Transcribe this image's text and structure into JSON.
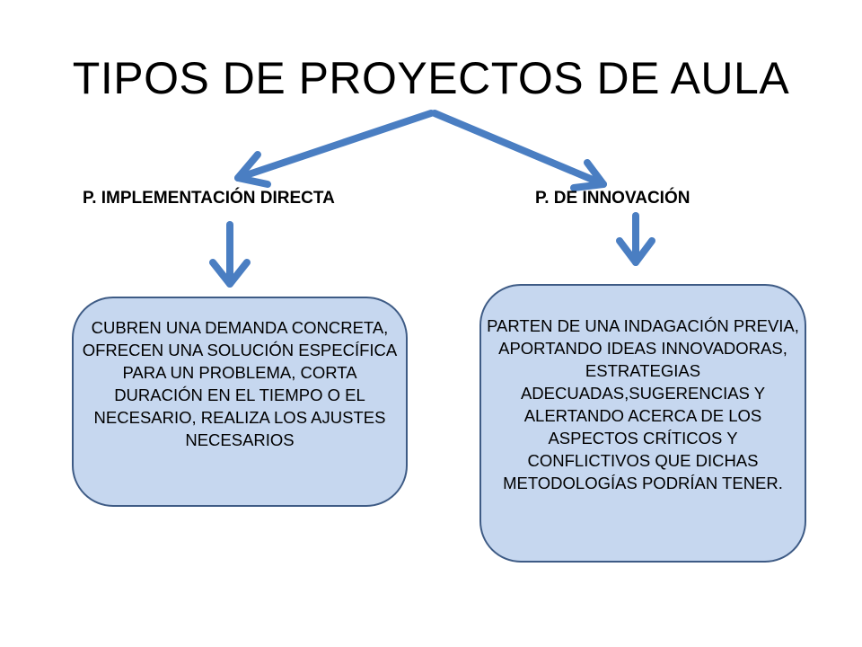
{
  "slide": {
    "title": "TIPOS DE PROYECTOS DE AULA"
  },
  "branches": [
    {
      "label": "P.  IMPLEMENTACIÓN DIRECTA",
      "description": "CUBREN UNA DEMANDA CONCRETA, OFRECEN UNA SOLUCIÓN ESPECÍFICA  PARA UN PROBLEMA, CORTA DURACIÓN EN EL TIEMPO O EL NECESARIO, REALIZA LOS AJUSTES NECESARIOS"
    },
    {
      "label": "P. DE INNOVACIÓN",
      "description": "PARTEN DE UNA INDAGACIÓN PREVIA, APORTANDO IDEAS INNOVADORAS, ESTRATEGIAS ADECUADAS,SUGERENCIAS Y ALERTANDO  ACERCA DE LOS ASPECTOS CRÍTICOS Y CONFLICTIVOS QUE DICHAS METODOLOGÍAS PODRÍAN TENER."
    }
  ],
  "colors": {
    "arrow": "#4a7ec2",
    "box_fill": "#c6d7ef",
    "box_border": "#3e5b85",
    "text": "#000000"
  }
}
